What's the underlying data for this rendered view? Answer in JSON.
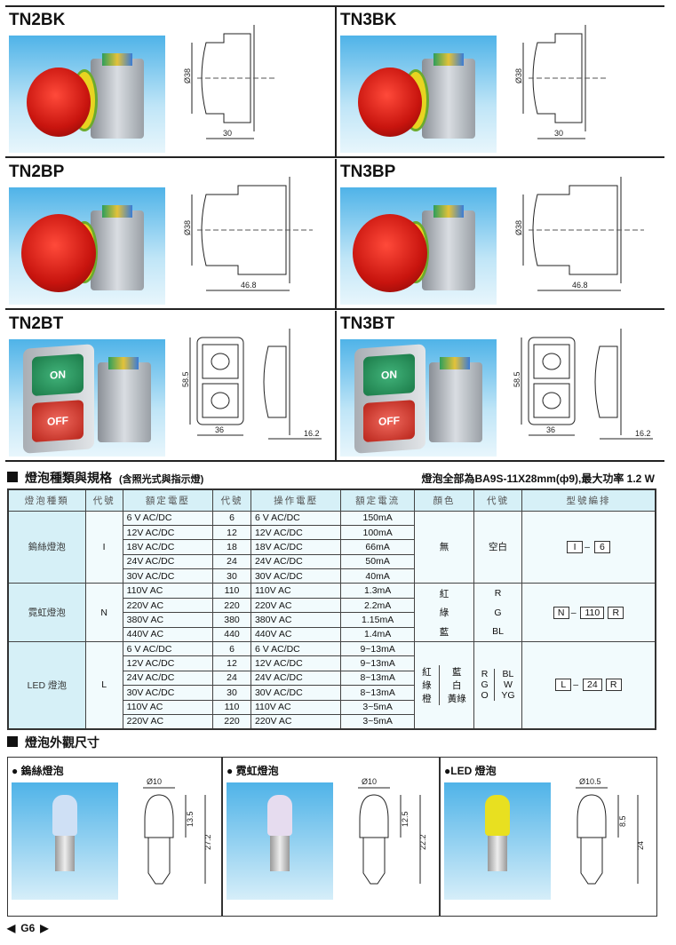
{
  "products": [
    {
      "model": "TN2BK",
      "diameter": "Ø38",
      "length": "30"
    },
    {
      "model": "TN3BK",
      "diameter": "Ø38",
      "length": "30"
    },
    {
      "model": "TN2BP",
      "diameter": "Ø38",
      "length": "46.8"
    },
    {
      "model": "TN3BP",
      "diameter": "Ø38",
      "length": "46.8"
    },
    {
      "model": "TN2BT",
      "height": "58.5",
      "width": "36",
      "depth": "16.2",
      "on": "ON",
      "off": "OFF"
    },
    {
      "model": "TN3BT",
      "height": "58.5",
      "width": "36",
      "depth": "16.2",
      "on": "ON",
      "off": "OFF"
    }
  ],
  "spec": {
    "title": "燈泡種類與規格",
    "subtitle": "(含照光式與指示燈)",
    "note": "燈泡全部為BA9S-11X28mm(ф9),最大功率 1.2 W",
    "headers": [
      "燈泡種類",
      "代號",
      "額定電壓",
      "代號",
      "操作電壓",
      "額定電流",
      "顏色",
      "代號",
      "型號編排"
    ],
    "groups": [
      {
        "type": "鎢絲燈泡",
        "code": "I",
        "colors": [
          "無"
        ],
        "color_codes": [
          "空白"
        ],
        "model": [
          "I",
          "6"
        ],
        "rows": [
          [
            "6 V AC/DC",
            "6",
            "6 V AC/DC",
            "150mA"
          ],
          [
            "12V AC/DC",
            "12",
            "12V AC/DC",
            "100mA"
          ],
          [
            "18V AC/DC",
            "18",
            "18V AC/DC",
            "66mA"
          ],
          [
            "24V AC/DC",
            "24",
            "24V AC/DC",
            "50mA"
          ],
          [
            "30V AC/DC",
            "30",
            "30V AC/DC",
            "40mA"
          ]
        ]
      },
      {
        "type": "霓虹燈泡",
        "code": "N",
        "colors": [
          "紅",
          "綠",
          "藍"
        ],
        "color_codes": [
          "R",
          "G",
          "BL"
        ],
        "model": [
          "N",
          "110",
          "R"
        ],
        "rows": [
          [
            "110V AC",
            "110",
            "110V AC",
            "1.3mA"
          ],
          [
            "220V AC",
            "220",
            "220V AC",
            "2.2mA"
          ],
          [
            "380V AC",
            "380",
            "380V AC",
            "1.15mA"
          ],
          [
            "440V AC",
            "440",
            "440V AC",
            "1.4mA"
          ]
        ]
      },
      {
        "type": "LED 燈泡",
        "code": "L",
        "colors": [
          "紅",
          "綠",
          "橙"
        ],
        "colors2": [
          "藍",
          "白",
          "黃綠"
        ],
        "color_codes": [
          "R",
          "G",
          "O"
        ],
        "color_codes2": [
          "BL",
          "W",
          "YG"
        ],
        "model": [
          "L",
          "24",
          "R"
        ],
        "rows": [
          [
            "6 V AC/DC",
            "6",
            "6 V AC/DC",
            "9~13mA"
          ],
          [
            "12V AC/DC",
            "12",
            "12V AC/DC",
            "9~13mA"
          ],
          [
            "24V AC/DC",
            "24",
            "24V AC/DC",
            "8~13mA"
          ],
          [
            "30V AC/DC",
            "30",
            "30V AC/DC",
            "8~13mA"
          ],
          [
            "110V AC",
            "110",
            "110V AC",
            "3~5mA"
          ],
          [
            "220V AC",
            "220",
            "220V AC",
            "3~5mA"
          ]
        ]
      }
    ]
  },
  "bulbs": {
    "title": "燈泡外觀尺寸",
    "items": [
      {
        "label": "● 鎢絲燈泡",
        "dia": "Ø10",
        "glass": "13.5",
        "total": "27.2",
        "color": "#cfe0f5"
      },
      {
        "label": "● 霓虹燈泡",
        "dia": "Ø10",
        "glass": "12.5",
        "total": "22.2",
        "color": "#e6dcef"
      },
      {
        "label": "●LED 燈泡",
        "dia": "Ø10.5",
        "glass": "8.5",
        "total": "24",
        "color": "#e8e020"
      }
    ]
  },
  "footer": {
    "page": "G6",
    "prev": "◀",
    "next": "▶"
  }
}
